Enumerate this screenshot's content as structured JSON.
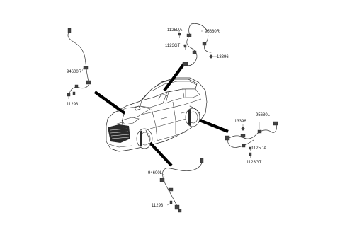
{
  "labels": {
    "sensor_rear_right": "95680R",
    "bolt_top_1125da": "1125DA",
    "bolt_top_1123gt": "1123GT",
    "clip_top_13396": "13396",
    "sensor_front_right": "94600R",
    "bolt_left_11293": "11293",
    "sensor_rear_left": "95680L",
    "clip_right_13396": "13396",
    "bolt_right_1125da": "1125DA",
    "bolt_right_1123gt": "1123GT",
    "sensor_front_left": "94600L",
    "bolt_bottom_11293": "11293"
  }
}
